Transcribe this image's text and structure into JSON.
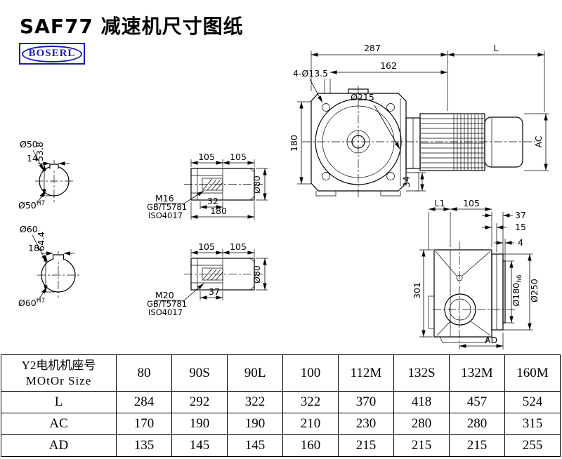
{
  "title": "SAF77 减速机尺寸图纸",
  "logo": {
    "text": "BOSERL",
    "color": "#1a1ab8"
  },
  "front_view": {
    "total_width": "287",
    "motor_length": "L",
    "hole_callout": "4-Ø13.5",
    "width_162": "162",
    "bolt_circle": "Ø215",
    "height_180": "180",
    "motor_height": "AC",
    "offset_34": "34"
  },
  "section_50": {
    "dia": "Ø50",
    "keyway_height": "53.8",
    "keyway_width": "14",
    "bore": "Ø50",
    "tol": "H7"
  },
  "section_60": {
    "dia": "Ø60",
    "keyway_height": "64.4",
    "keyway_width": "18",
    "bore": "Ø60",
    "tol": "H7"
  },
  "shaft_m16": {
    "len_a": "105",
    "len_b": "105",
    "thread": "M16",
    "std1": "GB/T5781",
    "std2": "ISO4017",
    "dim_32": "32",
    "dim_180": "180",
    "dia": "Ø80"
  },
  "shaft_m20": {
    "len_a": "105",
    "len_b": "105",
    "thread": "M20",
    "std1": "GB/T5781",
    "std2": "ISO4017",
    "dim_37": "37",
    "dia": "Ø80"
  },
  "side_view": {
    "dim_l1": "L1",
    "dim_105": "105",
    "dim_37": "37",
    "dim_15": "15",
    "dim_4": "4",
    "height_301": "301",
    "spigot_dia": "Ø180",
    "spigot_tol": "h6",
    "flange_dia": "Ø250",
    "dim_ad": "AD"
  },
  "table": {
    "header_cn": "Y2电机机座号",
    "header_en": "MOtOr Size",
    "sizes": [
      "80",
      "90S",
      "90L",
      "100",
      "112M",
      "132S",
      "132M",
      "160M"
    ],
    "rows": [
      {
        "label": "L",
        "values": [
          "284",
          "292",
          "322",
          "322",
          "370",
          "418",
          "457",
          "524"
        ]
      },
      {
        "label": "AC",
        "values": [
          "170",
          "190",
          "190",
          "210",
          "230",
          "280",
          "280",
          "315"
        ]
      },
      {
        "label": "AD",
        "values": [
          "135",
          "145",
          "145",
          "160",
          "215",
          "215",
          "215",
          "255"
        ]
      }
    ]
  }
}
